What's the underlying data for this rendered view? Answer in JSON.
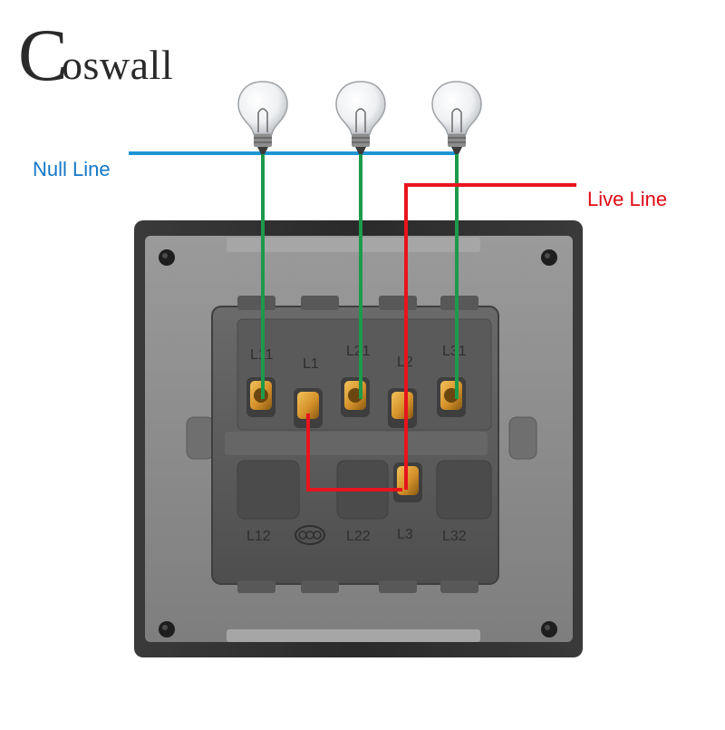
{
  "brand": {
    "logo_initial": "C",
    "logo_rest": "oswall"
  },
  "labels": {
    "null_line": "Null Line",
    "live_line": "Live Line"
  },
  "terminals": {
    "top": [
      "L11",
      "L1",
      "L21",
      "L2",
      "L31"
    ],
    "bottom": [
      "L12",
      "L22",
      "L3",
      "L32"
    ]
  },
  "colors": {
    "null_line": "#1e96d6",
    "live_line": "#e8141c",
    "load_wire": "#1d9a4a",
    "null_label": "#1478c8",
    "live_label": "#e00a14",
    "frame": "#2e2e2e",
    "plate": "#8a8a8a",
    "module": "#5c5c5c",
    "brass": "#d99a2b"
  },
  "icons": {
    "bulb": "light-bulb-icon",
    "screw": "mounting-screw-icon",
    "ccc": "ccc-certification-mark-icon"
  }
}
